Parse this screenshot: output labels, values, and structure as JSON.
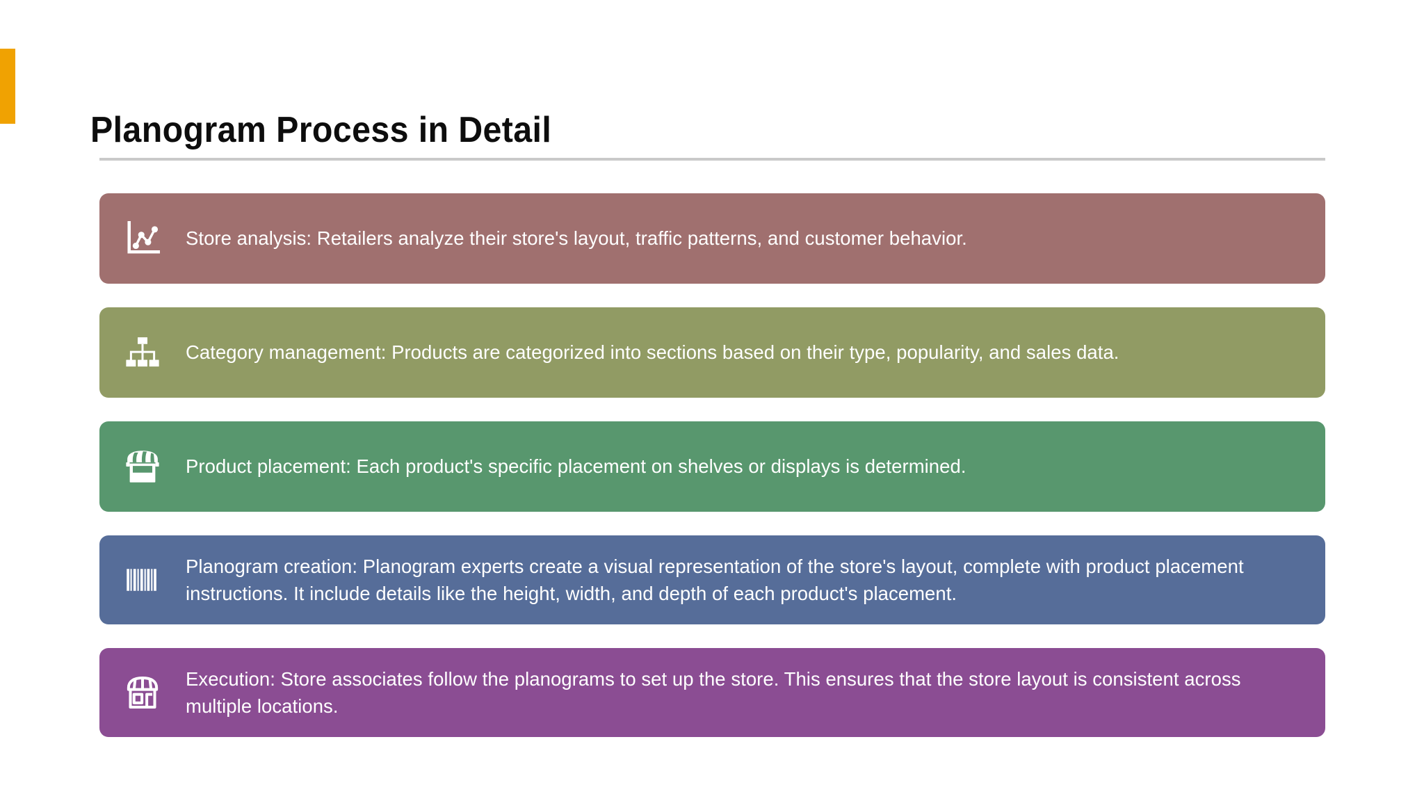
{
  "slide": {
    "background": "#ffffff",
    "accent_bar_color": "#F0A202",
    "title": "Planogram Process in Detail",
    "title_rule_color": "#c9c9c9"
  },
  "steps": [
    {
      "index": 1,
      "icon": "line-chart-analytics-icon",
      "color": "#A0706F",
      "text": "Store analysis: Retailers analyze their store's layout, traffic patterns, and customer behavior."
    },
    {
      "index": 2,
      "icon": "org-chart-hierarchy-icon",
      "color": "#919B64",
      "text": "Category management: Products are categorized into sections based on their type, popularity, and sales data."
    },
    {
      "index": 3,
      "icon": "storefront-awning-icon",
      "color": "#58976E",
      "text": "Product placement: Each product's specific placement on shelves or displays is determined."
    },
    {
      "index": 4,
      "icon": "barcode-icon",
      "color": "#566D99",
      "text": "Planogram creation: Planogram experts create a visual representation of the store's layout, complete with product placement instructions. It include details like the height, width, and depth of each product's placement."
    },
    {
      "index": 5,
      "icon": "shop-front-icon",
      "color": "#8B4D93",
      "text": "Execution: Store associates follow the planograms to set up the store. This ensures that the store layout is consistent across multiple locations."
    }
  ]
}
